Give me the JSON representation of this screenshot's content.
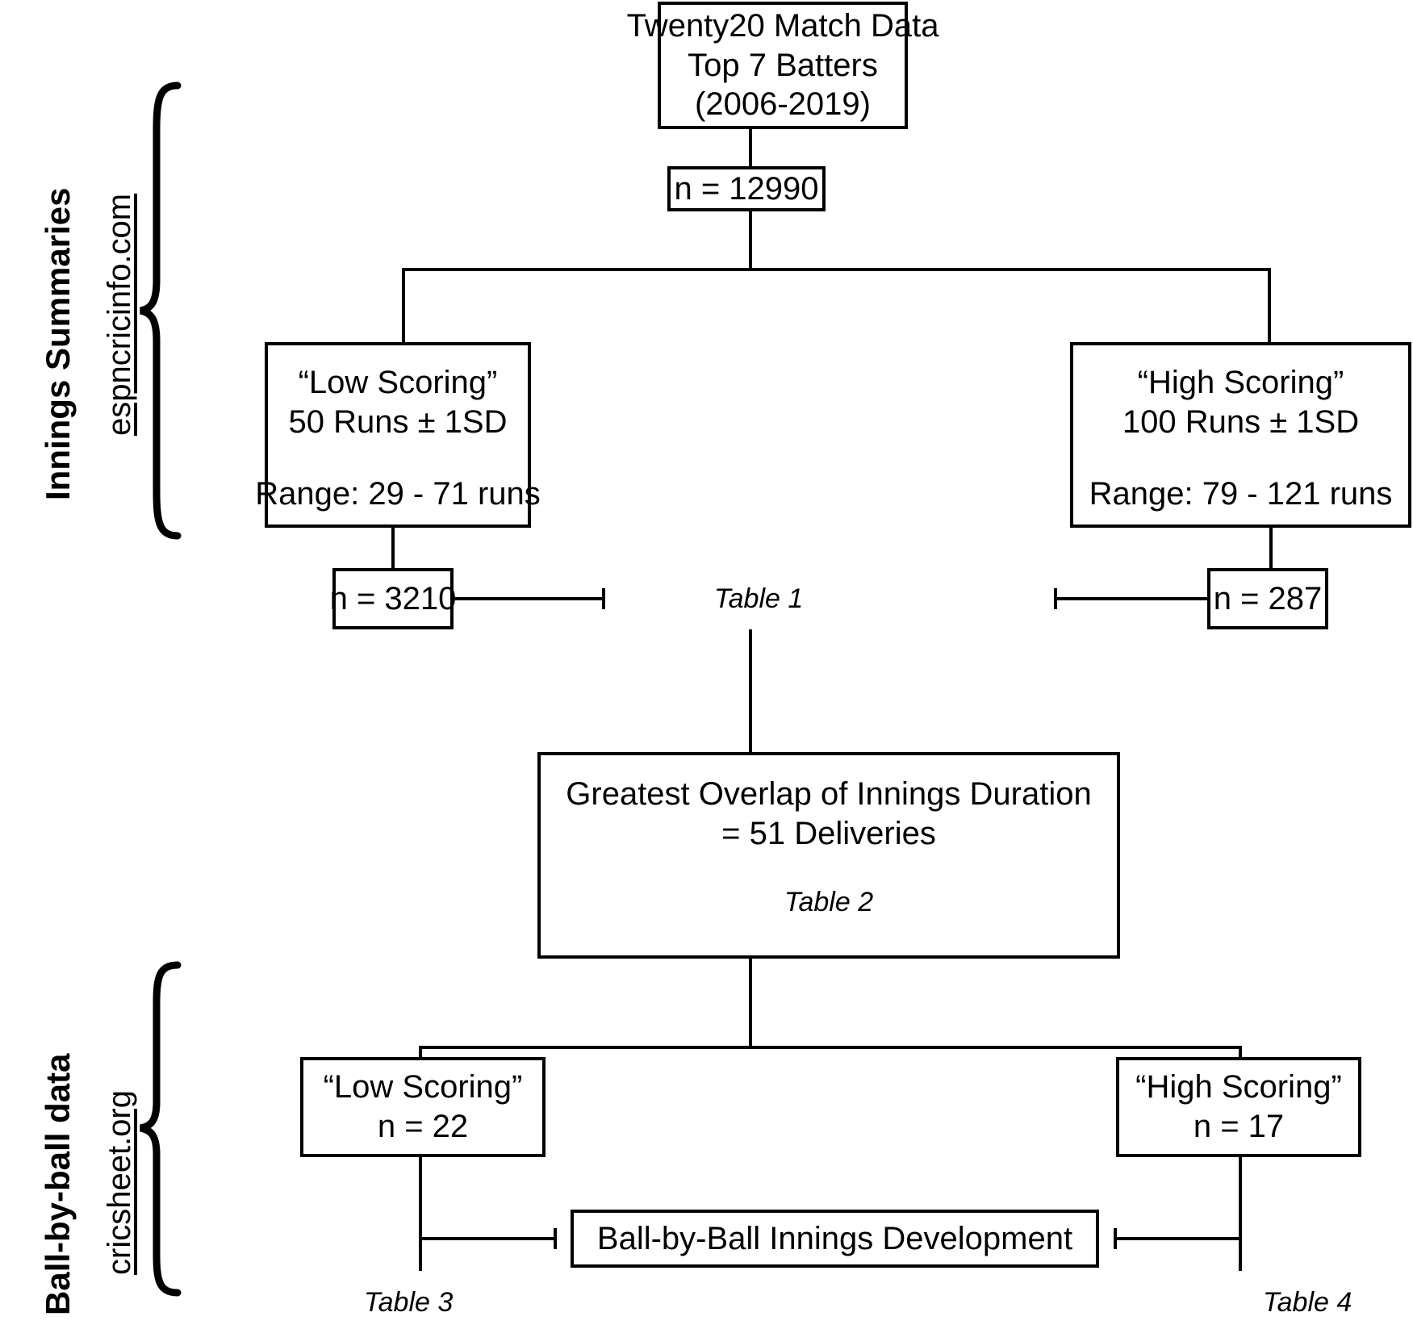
{
  "figure": {
    "type": "flowchart",
    "title_box": {
      "lines": [
        "Twenty20 Match Data",
        "Top 7 Batters",
        "(2006-2019)"
      ]
    },
    "total_n": "n = 12990",
    "branch_low": {
      "label": "“Low Scoring”",
      "criterion": "50 Runs ± 1SD",
      "range": "Range: 29 - 71 runs",
      "n": "n = 3210"
    },
    "branch_high": {
      "label": "“High Scoring”",
      "criterion": "100 Runs ± 1SD",
      "range": "Range: 79 - 121 runs",
      "n": "n = 287"
    },
    "table1_label": "Table 1",
    "overlap_box": {
      "line1": "Greatest Overlap of Innings Duration",
      "line2": "= 51 Deliveries",
      "table_label": "Table 2"
    },
    "bbb_low": {
      "label": "“Low Scoring”",
      "n": "n = 22"
    },
    "bbb_high": {
      "label": "“High Scoring”",
      "n": "n = 17"
    },
    "bbb_box_label": "Ball-by-Ball Innings Development",
    "table3_label": "Table 3",
    "table4_label": "Table 4",
    "side_labels": {
      "top_title": "Innings Summaries",
      "top_source": "espncricinfo.com",
      "bottom_title": "Ball-by-ball data",
      "bottom_source": "cricsheet.org"
    },
    "colors": {
      "stroke": "#000000",
      "background": "#ffffff",
      "text": "#000000"
    }
  }
}
